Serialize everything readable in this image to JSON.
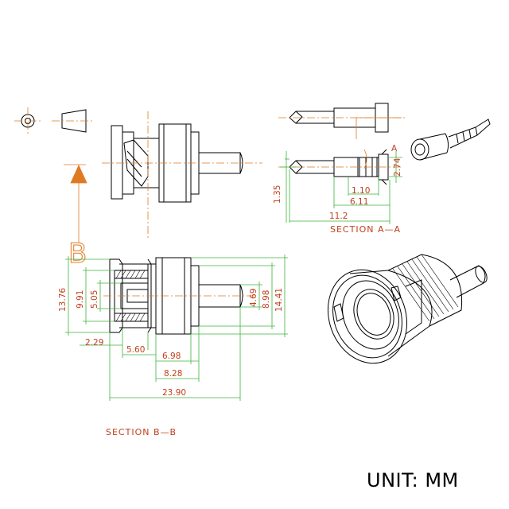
{
  "title": "",
  "side_view": {
    "dimensions": {
      "d_1_35": "1.35",
      "d_11_2": "11.2",
      "d_1_10": "1.10",
      "d_6_11": "6.11",
      "d_2_74": "2.74"
    },
    "marker": "A",
    "caption": "SECTION A—A"
  },
  "section_view": {
    "dimensions": {
      "d_13_76": "13.76",
      "d_9_91": "9.91",
      "d_5_05": "5.05",
      "d_4_69": "4.69",
      "d_8_98": "8.98",
      "d_14_41": "14.41",
      "d_2_29": "2.29",
      "d_5_60": "5.60",
      "d_6_98": "6.98",
      "d_8_28": "8.28",
      "d_23_90": "23.90"
    },
    "caption": "SECTION B—B",
    "section_marker": "B"
  },
  "projection_symbol": "third-angle-projection-icon",
  "unit_label": "UNIT: MM",
  "colors": {
    "outline": "#000000",
    "dimension": "#3cb43c",
    "centerline": "#e07a22",
    "text": "#c0401e"
  }
}
